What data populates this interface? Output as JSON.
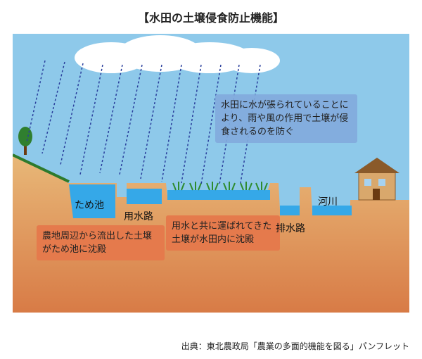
{
  "title": "【水田の土壌侵食防止機能】",
  "notes": {
    "rain": "水田に水が張られていることにより、雨や風の作用で土壌が侵食されるのを防ぐ",
    "pond": "農地周辺から流出した土壌がため池に沈殿",
    "paddy": "用水と共に運ばれてきた土壌が水田内に沈殿"
  },
  "labels": {
    "pond": "ため池",
    "feed": "用水路",
    "drain": "排水路",
    "river": "河川"
  },
  "source": "出典：東北農政局「農業の多面的機能を図る」パンフレット",
  "colors": {
    "sky": "#8ec9ea",
    "soil_top": "#e7b777",
    "soil_bottom": "#d87b46",
    "water": "#35a8e8",
    "rain": "#2a3f9c",
    "note_blue": "#82aadc",
    "note_orange": "#e57a4c"
  },
  "icons": [
    "tree-icon",
    "cloud-icon",
    "house-icon",
    "rice-plants-icon"
  ]
}
